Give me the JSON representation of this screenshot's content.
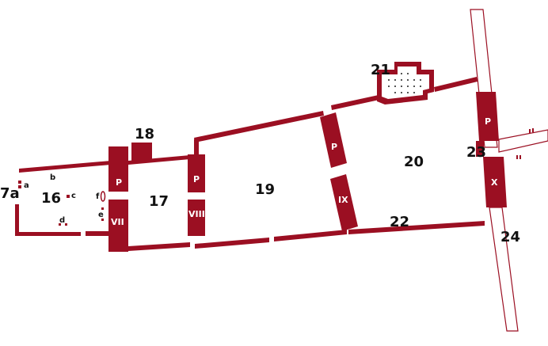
{
  "rooms": {
    "r16": "16",
    "r17": "17",
    "r18": "18",
    "r19": "19",
    "r20": "20",
    "r21": "21",
    "r22": "22",
    "r23": "23",
    "r24": "24",
    "r7a": "7a"
  },
  "pylons": {
    "p1": "P",
    "p2": "P",
    "p3": "P",
    "p4": "P",
    "vii": "VII",
    "viii": "VIII",
    "ix": "IX",
    "x": "X"
  },
  "features": {
    "a": "a",
    "b": "b",
    "c": "c",
    "d": "d",
    "e": "e",
    "f": "f"
  },
  "colors": {
    "wall": "#9b0f22",
    "background": "#ffffff"
  }
}
